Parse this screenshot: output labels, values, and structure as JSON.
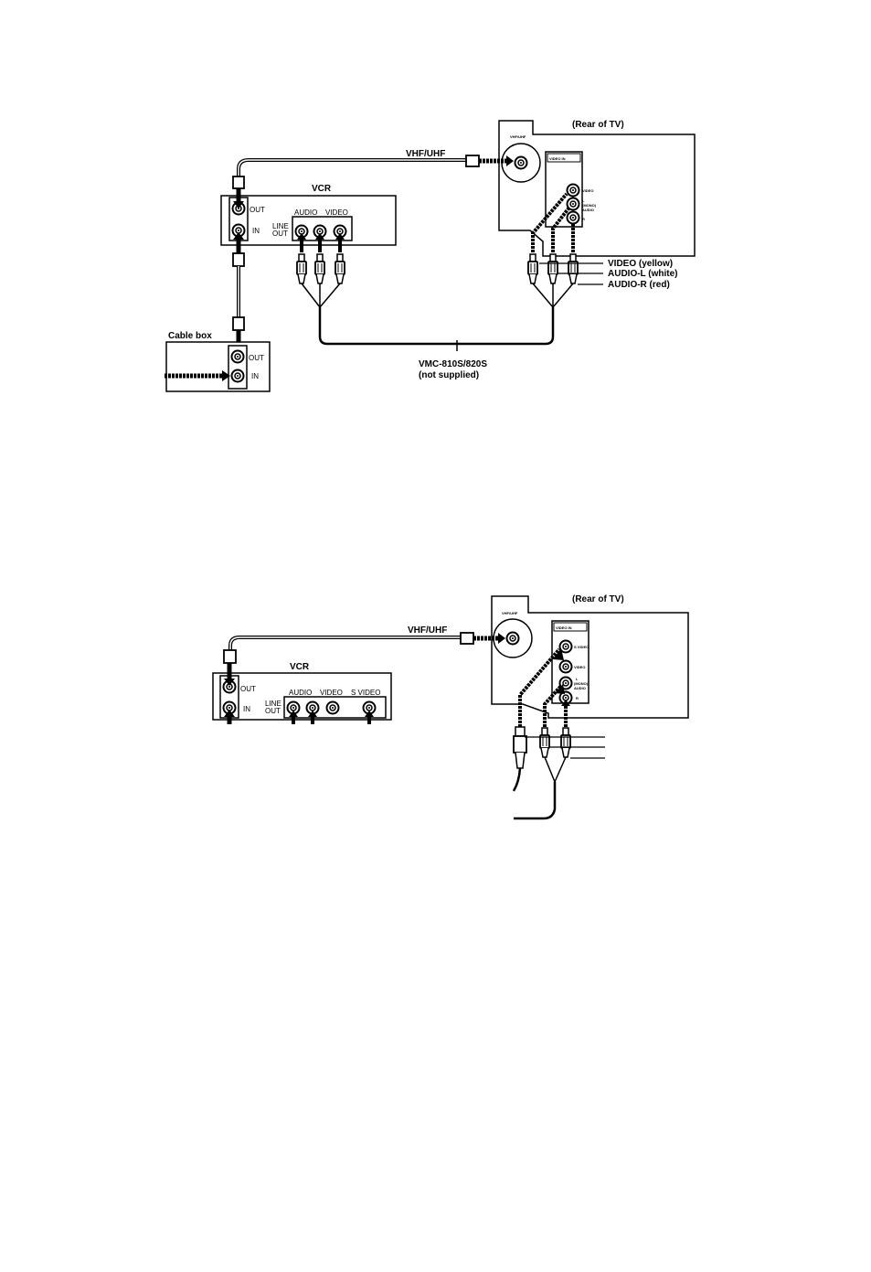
{
  "diagram1": {
    "rear_of_tv": "(Rear of TV)",
    "vhf_uhf": "VHF/UHF",
    "vcr": "VCR",
    "out": "OUT",
    "in": "IN",
    "audio": "AUDIO",
    "video": "VIDEO",
    "line": "LINE",
    "line_out": "OUT",
    "cable_box": "Cable box",
    "cable_out": "OUT",
    "cable_in": "IN",
    "tv_vhf_uhf": "VHF/UHF",
    "tv_video_in": "VIDEO IN",
    "tv_video": "VIDEO",
    "tv_l": "L",
    "tv_mono": "(MONO)",
    "tv_audio": "AUDIO",
    "tv_r": "R",
    "legend_video": "VIDEO (yellow)",
    "legend_audio_l": "AUDIO-L (white)",
    "legend_audio_r": "AUDIO-R (red)",
    "cable_model": "VMC-810S/820S",
    "cable_note": "(not supplied)"
  },
  "diagram2": {
    "rear_of_tv": "(Rear of TV)",
    "vhf_uhf": "VHF/UHF",
    "vcr": "VCR",
    "out": "OUT",
    "in": "IN",
    "audio": "AUDIO",
    "video": "VIDEO",
    "s_video": "S VIDEO",
    "line": "LINE",
    "line_out": "OUT",
    "tv_vhf_uhf": "VHF/UHF",
    "tv_video_in": "VIDEO IN",
    "tv_s_video": "S VIDEO",
    "tv_video": "VIDEO",
    "tv_l": "L",
    "tv_mono": "(MONO)",
    "tv_audio": "AUDIO",
    "tv_r": "R"
  }
}
